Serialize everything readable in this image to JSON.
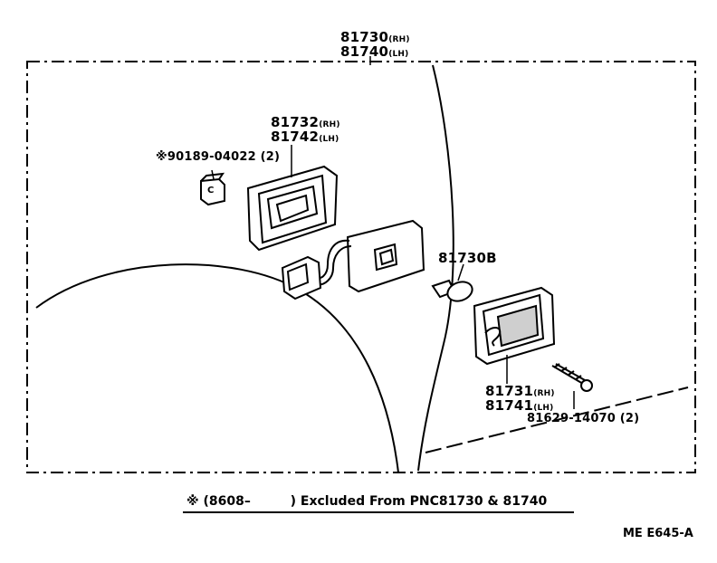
{
  "assembly": {
    "pn_rh": "81730",
    "suf_rh": "(RH)",
    "pn_lh": "81740",
    "suf_lh": "(LH)"
  },
  "gasket": {
    "pn_rh": "81732",
    "suf_rh": "(RH)",
    "pn_lh": "81742",
    "suf_lh": "(LH)"
  },
  "clip": {
    "text": "※90189-04022 (2)",
    "letter": "C"
  },
  "bulb": {
    "pn": "81730B"
  },
  "lens": {
    "pn_rh": "81731",
    "suf_rh": "(RH)",
    "pn_lh": "81741",
    "suf_lh": "(LH)"
  },
  "screw": {
    "text": "81629-14070 (2)"
  },
  "footnote": {
    "mark": "※",
    "range": "(8608–",
    "tail": ") Excluded From PNC81730 & 81740"
  },
  "figure_code": "ME E645-A"
}
